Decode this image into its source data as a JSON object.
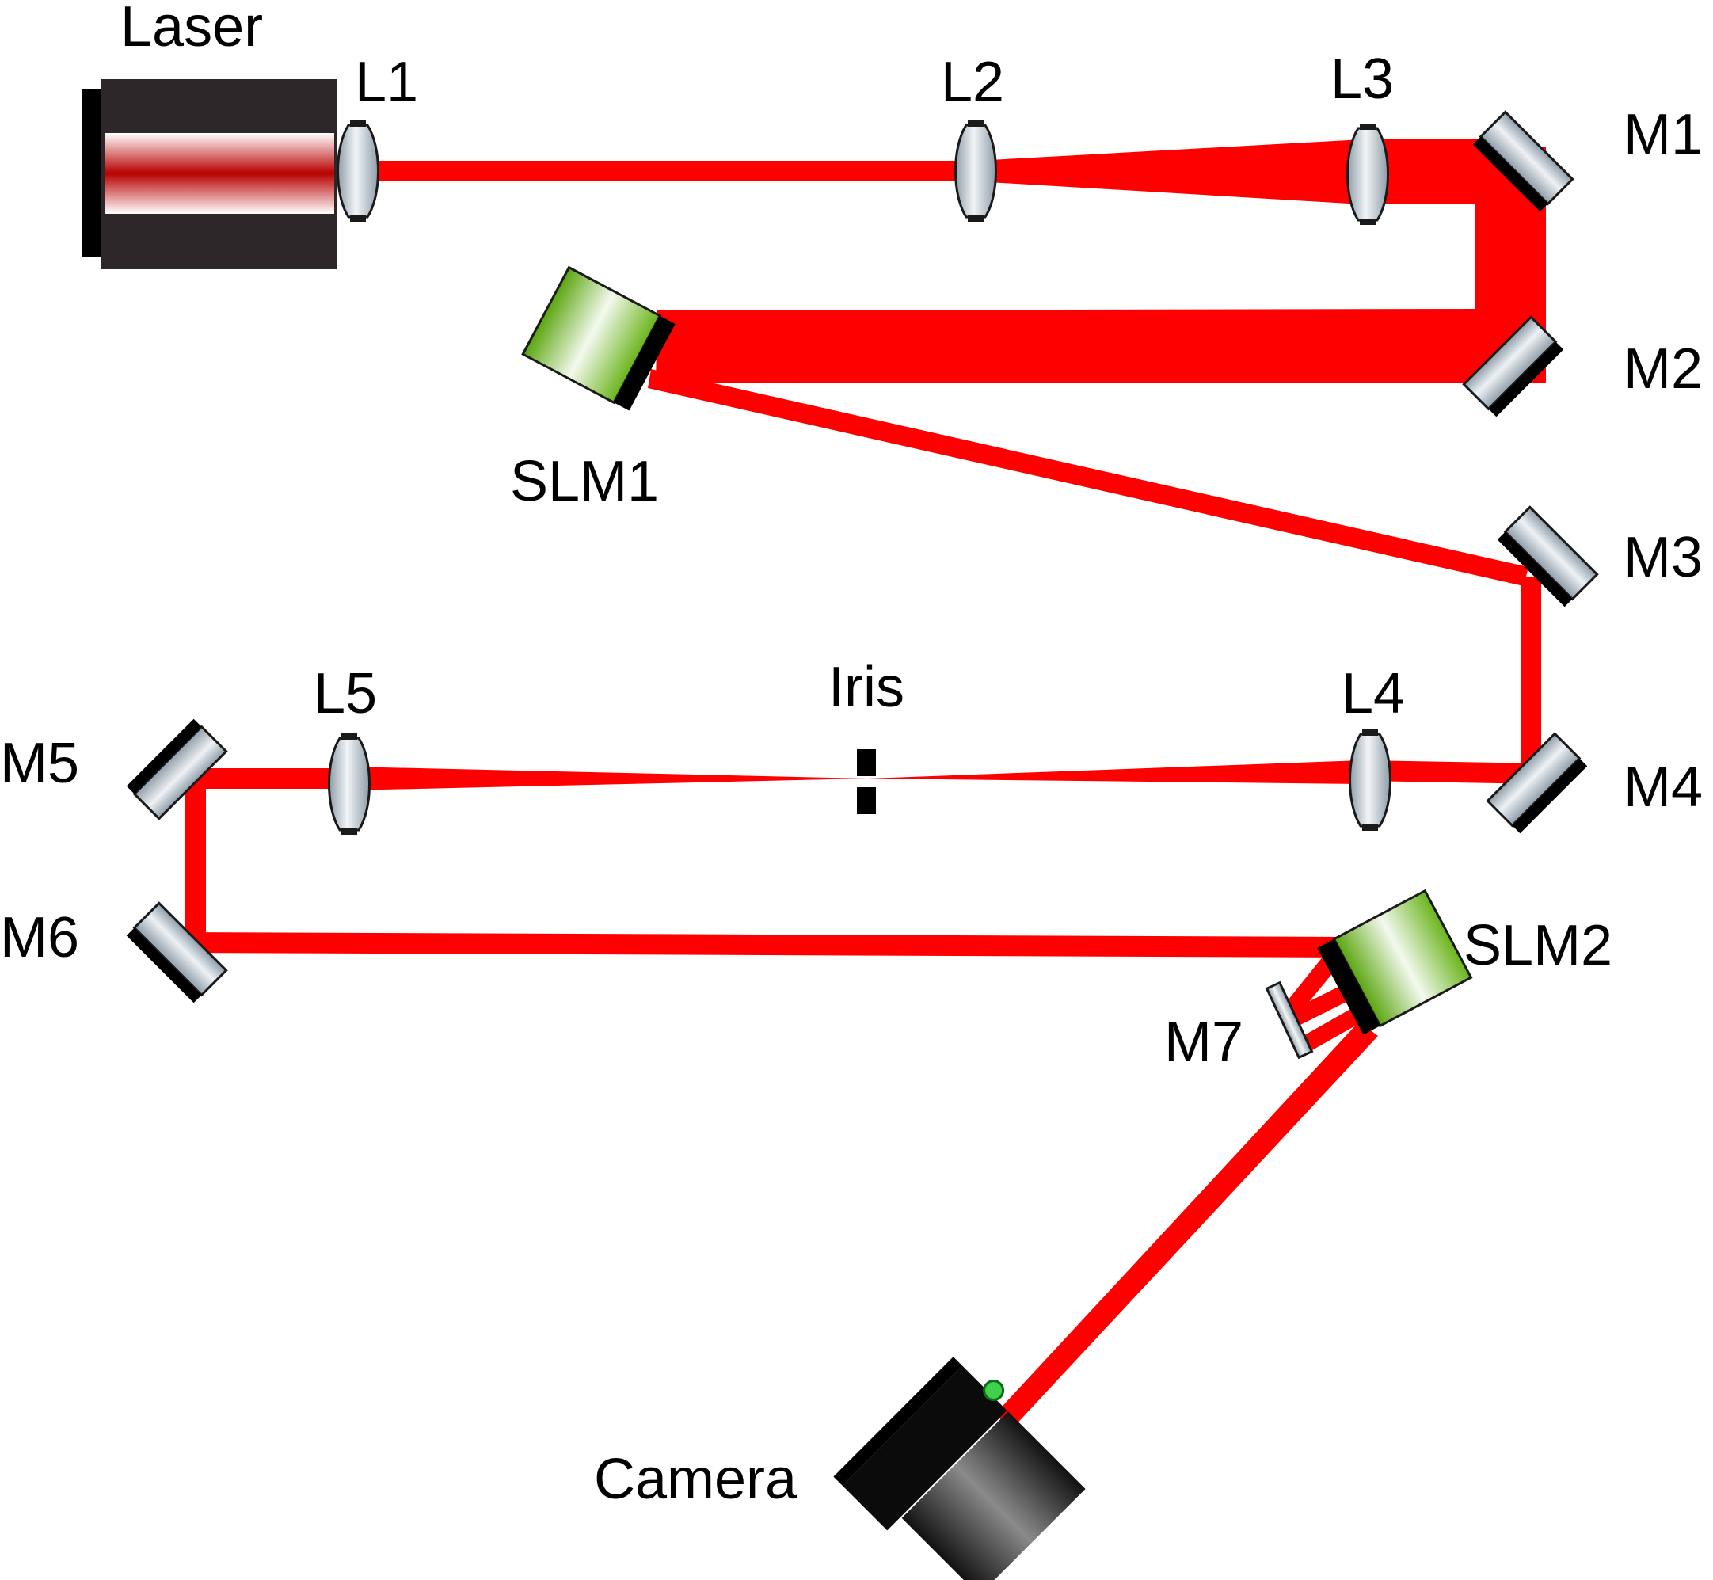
{
  "diagram": {
    "components": {
      "laser": "Laser",
      "l1": "L1",
      "l2": "L2",
      "l3": "L3",
      "l4": "L4",
      "l5": "L5",
      "m1": "M1",
      "m2": "M2",
      "m3": "M3",
      "m4": "M4",
      "m5": "M5",
      "m6": "M6",
      "m7": "M7",
      "slm1": "SLM1",
      "slm2": "SLM2",
      "iris": "Iris",
      "camera": "Camera"
    },
    "colors": {
      "beam": "#ff0000",
      "mirror_backing": "#000000",
      "slm_face": "#6bbf1e",
      "laser_body": "#2e2729",
      "lens_glass": "#c8d4dc"
    }
  }
}
